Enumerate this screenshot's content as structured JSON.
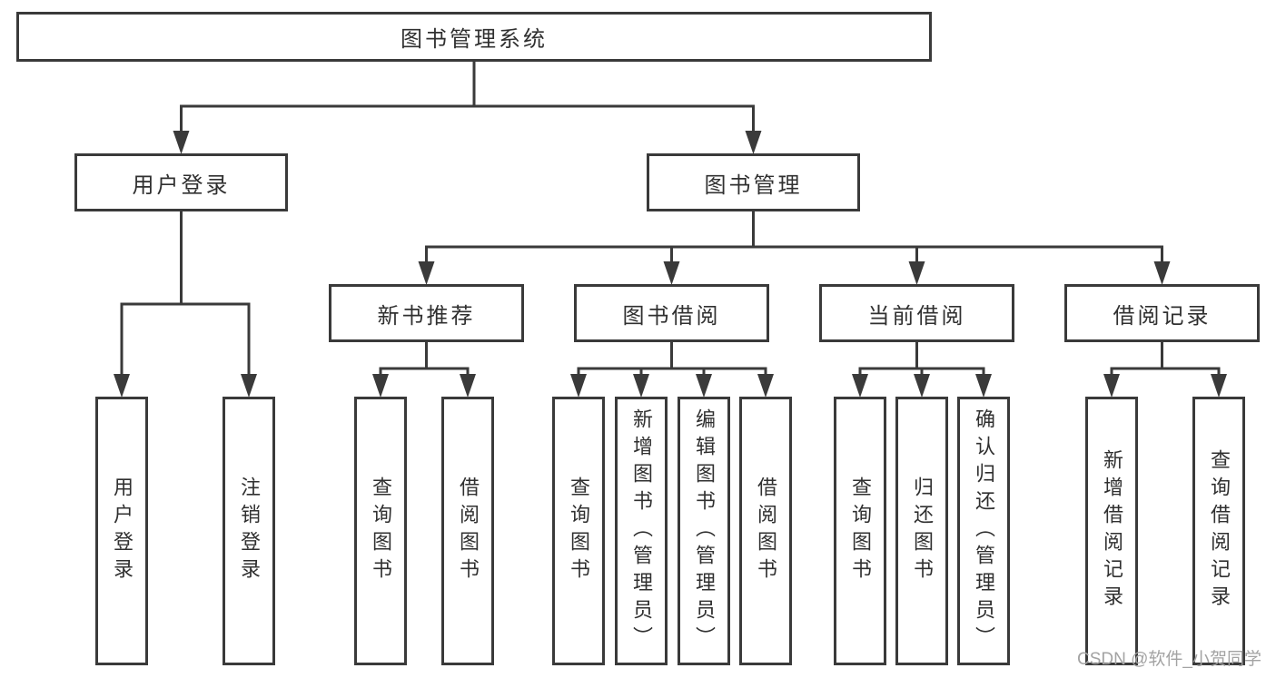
{
  "diagram": {
    "root": {
      "label": "图书管理系统"
    },
    "branches": [
      {
        "label": "用户登录",
        "children": [
          {
            "label": "用户登录"
          },
          {
            "label": "注销登录"
          }
        ]
      },
      {
        "label": "图书管理",
        "children": [
          {
            "label": "新书推荐",
            "children": [
              {
                "label": "查询图书"
              },
              {
                "label": "借阅图书"
              }
            ]
          },
          {
            "label": "图书借阅",
            "children": [
              {
                "label": "查询图书"
              },
              {
                "label": "新增图书（管理员）"
              },
              {
                "label": "编辑图书（管理员）"
              },
              {
                "label": "借阅图书"
              }
            ]
          },
          {
            "label": "当前借阅",
            "children": [
              {
                "label": "查询图书"
              },
              {
                "label": "归还图书"
              },
              {
                "label": "确认归还（管理员）"
              }
            ]
          },
          {
            "label": "借阅记录",
            "children": [
              {
                "label": "新增借阅记录"
              },
              {
                "label": "查询借阅记录"
              }
            ]
          }
        ]
      }
    ]
  },
  "watermark": {
    "text": "CSDN @软件_小贺同学"
  },
  "colors": {
    "line": "#3a3a3a",
    "text": "#303030",
    "watermark": "#a3a3a3",
    "background": "#ffffff"
  }
}
